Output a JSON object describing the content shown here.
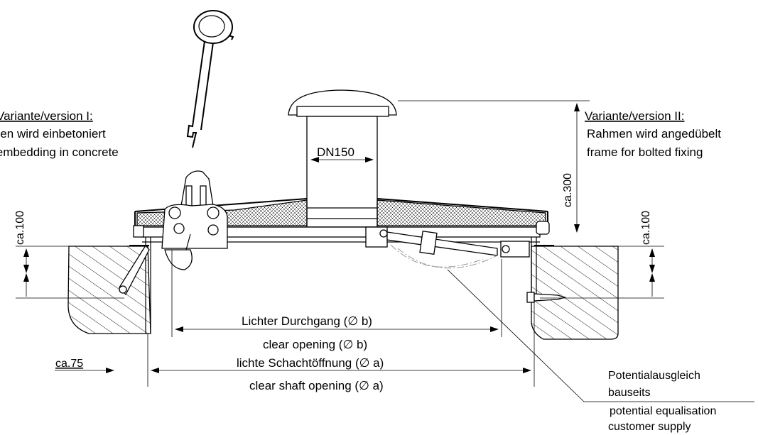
{
  "labels": {
    "version1_title": "Variante/version I:",
    "version1_de": "Rahmen wird einbetoniert",
    "version1_en": "frame for embedding in concrete",
    "version2_title": "Variante/version II:",
    "version2_de": "Rahmen wird angedübelt",
    "version2_en": "frame for bolted fixing",
    "dn": "DN150",
    "clear_passage_de": "Lichter Durchgang (∅ b)",
    "clear_passage_en": "clear opening (∅ b)",
    "shaft_opening_de": "lichte Schachtöffnung (∅ a)",
    "shaft_opening_en": "clear shaft opening (∅ a)",
    "potential_de_1": "Potentialausgleich",
    "potential_de_2": "bauseits",
    "potential_en_1": "potential equalisation",
    "potential_en_2": "customer supply"
  },
  "dimensions": {
    "height_total": "ca.300",
    "height_left": "ca.100",
    "height_right": "ca.100",
    "offset_left": "ca.75"
  }
}
